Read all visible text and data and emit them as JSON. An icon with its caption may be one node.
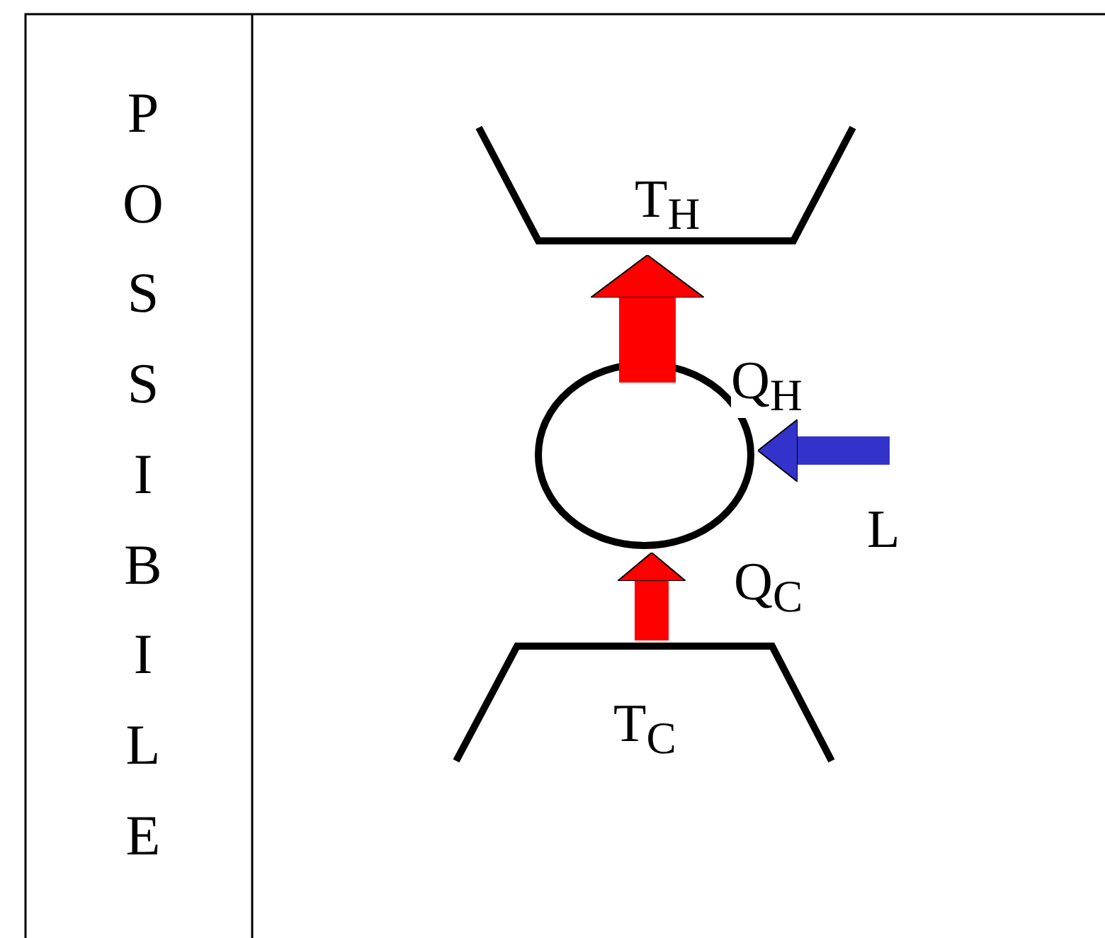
{
  "diagram": {
    "nodes": [
      {
        "text": [
          "T$_{H}$"
        ]
      },
      {
        "text": [],
        "shape": "circle"
      },
      {
        "text": [
          "T$_{C}$"
        ]
      }
    ],
    "edges": [
      {
        "from": 2,
        "to": 1,
        "arrow": "to",
        "label": "Q$_{C}$"
      },
      {
        "from": 1,
        "to": 0,
        "arrow": "to",
        "label": "Q$_{H}$"
      },
      {
        "from": null,
        "to": 1,
        "arrow": "to",
        "label": "L",
        "color": "#3333cc"
      }
    ],
    "labels": [
      "POSSIBILE"
    ]
  }
}
